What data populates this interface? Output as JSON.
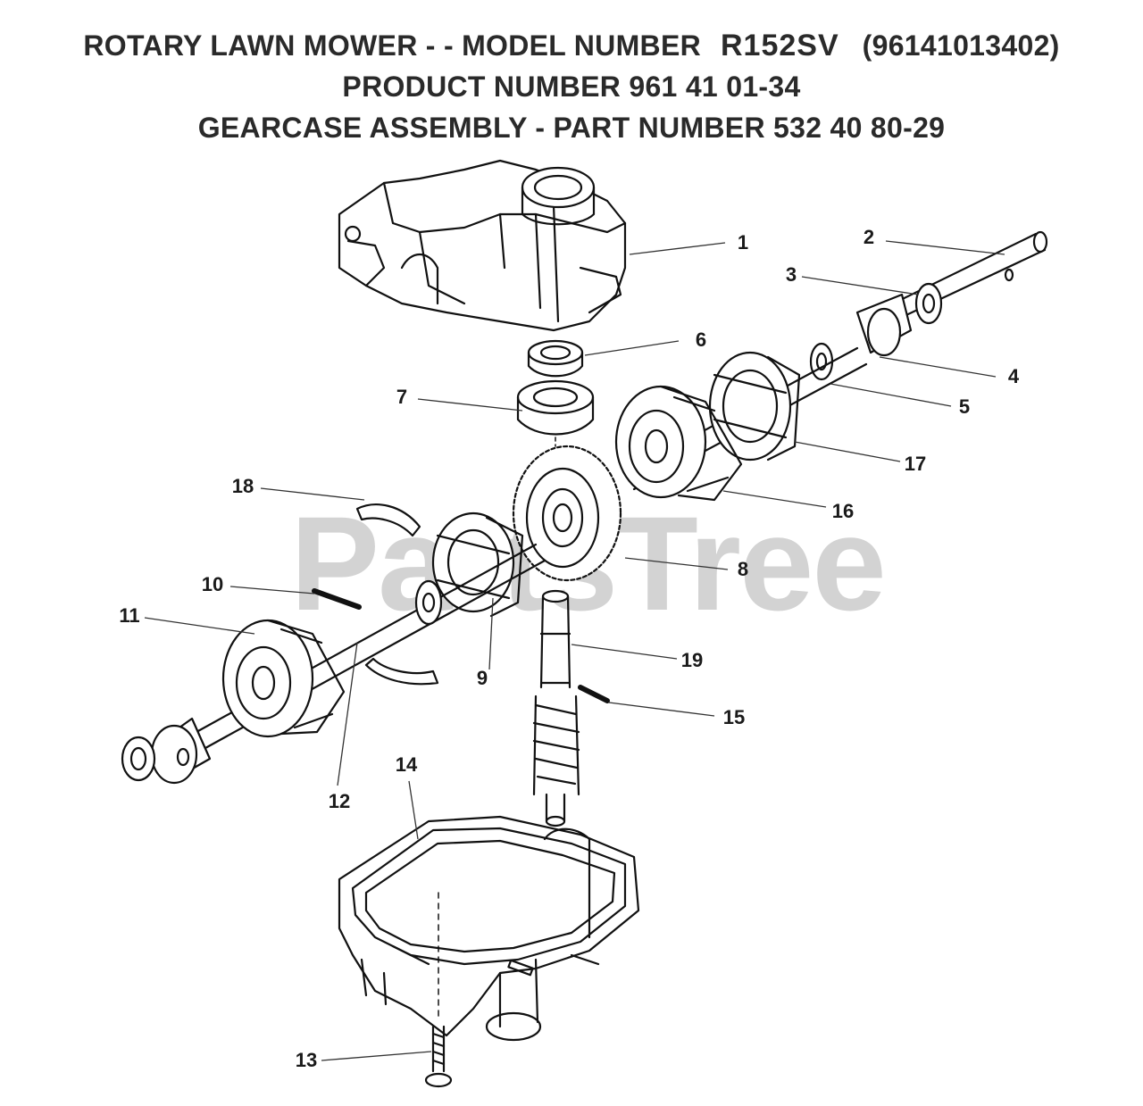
{
  "header": {
    "line1_prefix": "ROTARY LAWN MOWER - - MODEL NUMBER",
    "line1_model": "R152SV",
    "line1_code": "(96141013402)",
    "line2": "PRODUCT NUMBER 961 41 01-34",
    "line3": "GEARCASE ASSEMBLY - PART NUMBER 532 40 80-29"
  },
  "watermark": "PartsTree",
  "callouts": [
    {
      "id": "1",
      "label": "1"
    },
    {
      "id": "2",
      "label": "2"
    },
    {
      "id": "3",
      "label": "3"
    },
    {
      "id": "4",
      "label": "4"
    },
    {
      "id": "5",
      "label": "5"
    },
    {
      "id": "6",
      "label": "6"
    },
    {
      "id": "7",
      "label": "7"
    },
    {
      "id": "8",
      "label": "8"
    },
    {
      "id": "9",
      "label": "9"
    },
    {
      "id": "10",
      "label": "10"
    },
    {
      "id": "11",
      "label": "11"
    },
    {
      "id": "12",
      "label": "12"
    },
    {
      "id": "13",
      "label": "13"
    },
    {
      "id": "14",
      "label": "14"
    },
    {
      "id": "15",
      "label": "15"
    },
    {
      "id": "16",
      "label": "16"
    },
    {
      "id": "17",
      "label": "17"
    },
    {
      "id": "18",
      "label": "18"
    },
    {
      "id": "19",
      "label": "19"
    }
  ]
}
